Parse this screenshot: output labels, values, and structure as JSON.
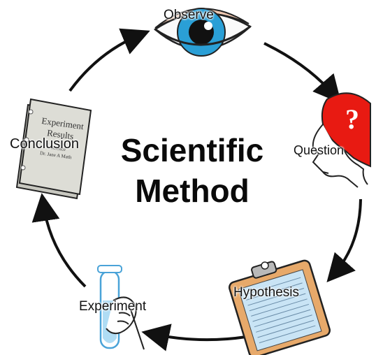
{
  "title": {
    "line1": "Scientific",
    "line2": "Method"
  },
  "steps": [
    {
      "label": "Observe"
    },
    {
      "label": "Question"
    },
    {
      "label": "Hypothesis"
    },
    {
      "label": "Experiment"
    },
    {
      "label": "Conclusion"
    }
  ],
  "book": {
    "title_line1": "Experiment",
    "title_line2": "Results",
    "line3": "Science",
    "author": "Dr. Jane A Math"
  },
  "colors": {
    "iris": "#2a9fd6",
    "head": "#e81a12",
    "clipboard": "#e7a96a",
    "paper": "#c9e4f5",
    "book": "#ddddd6"
  }
}
